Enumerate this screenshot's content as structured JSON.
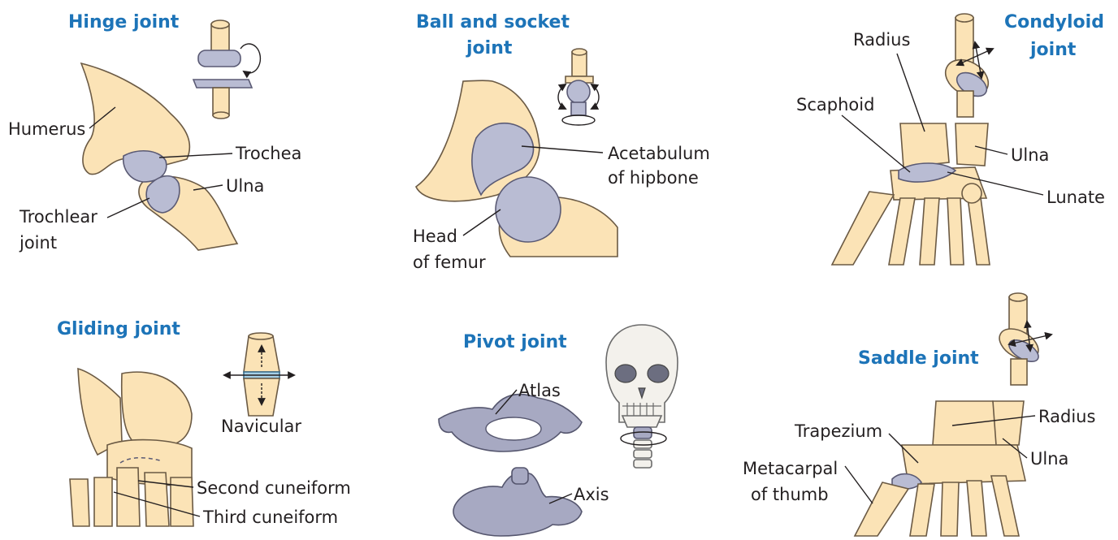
{
  "panels": [
    {
      "title": "Hinge joint",
      "labels": [
        "Humerus",
        "Trochea",
        "Ulna",
        "Trochlear",
        "joint"
      ]
    },
    {
      "title_line1": "Ball and socket",
      "title_line2": "joint",
      "labels": [
        "Acetabulum",
        "of hipbone",
        "Head",
        "of femur"
      ]
    },
    {
      "title_line1": "Condyloid",
      "title_line2": "joint",
      "labels": [
        "Radius",
        "Scaphoid",
        "Ulna",
        "Lunate"
      ]
    },
    {
      "title": "Gliding joint",
      "labels": [
        "Navicular",
        "Second cuneiform",
        "Third cuneiform"
      ]
    },
    {
      "title": "Pivot joint",
      "labels": [
        "Atlas",
        "Axis"
      ]
    },
    {
      "title": "Saddle joint",
      "labels": [
        "Radius",
        "Trapezium",
        "Ulna",
        "Metacarpal",
        "of thumb"
      ]
    }
  ],
  "colors": {
    "title": "#1d74b8",
    "bone": "#fbe3b6",
    "cartilage": "#b9bcd3",
    "text": "#231f20"
  }
}
